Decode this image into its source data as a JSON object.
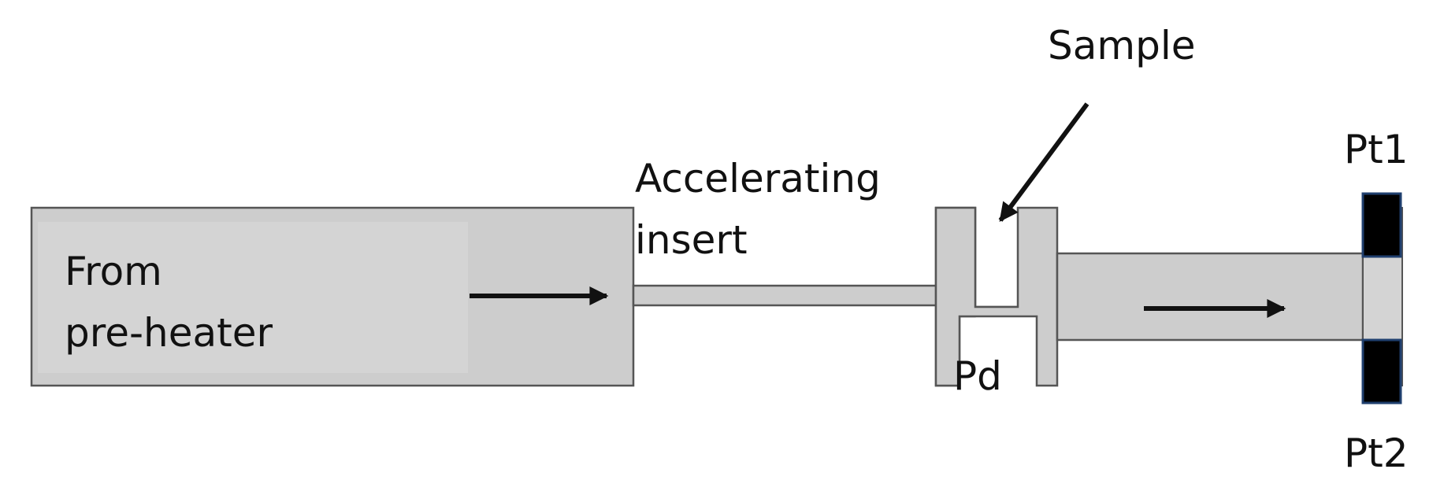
{
  "labels": {
    "source": "From\npre-heater",
    "insert": "Accelerating\ninsert",
    "sample": "Sample",
    "pd": "Pd",
    "pt1": "Pt1",
    "pt2": "Pt2"
  },
  "colors": {
    "fill": "#cdcdcd",
    "fill_light": "#d4d4d4",
    "outline": "#555555",
    "electrode": "#000000",
    "electrode_border": "#1f3f6e",
    "arrow": "#111111"
  }
}
